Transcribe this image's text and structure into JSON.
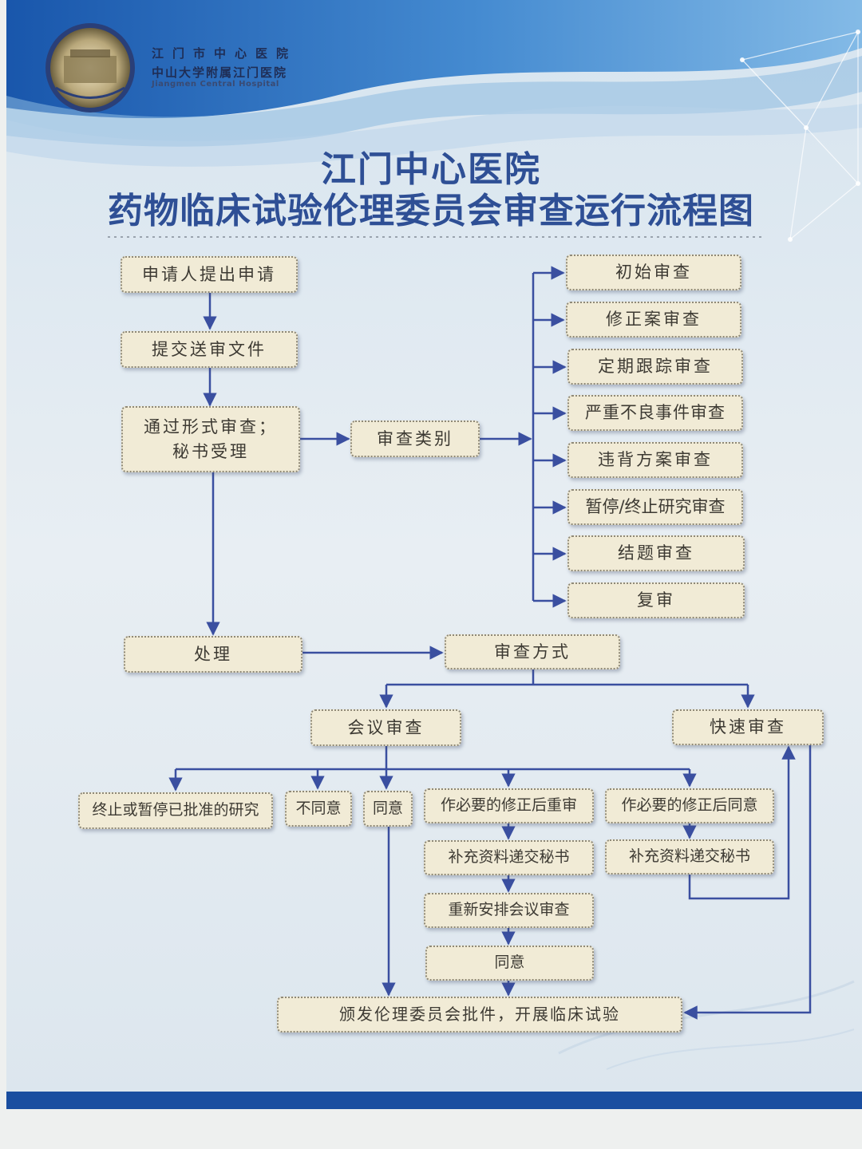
{
  "header": {
    "hospital_name_cn": "江门市中心医院",
    "hospital_affiliation": "中山大学附属江门医院",
    "hospital_name_en": "Jiangmen Central Hospital",
    "title_line1": "江门中心医院",
    "title_line2": "药物临床试验伦理委员会审查运行流程图"
  },
  "nodes": {
    "apply": "申请人提出申请",
    "submit": "提交送审文件",
    "formal_review_l1": "通过形式审查；",
    "formal_review_l2": "秘书受理",
    "review_category": "审查类别",
    "initial": "初始审查",
    "amendment": "修正案审查",
    "periodic": "定期跟踪审查",
    "sae": "严重不良事件审查",
    "violation": "违背方案审查",
    "suspend": "暂停/终止研究审查",
    "closure": "结题审查",
    "rereview": "复审",
    "handle": "处理",
    "review_method": "审查方式",
    "meeting": "会议审查",
    "expedited": "快速审查",
    "terminate": "终止或暂停已批准的研究",
    "disagree": "不同意",
    "agree": "同意",
    "modify_rereview": "作必要的修正后重审",
    "modify_agree": "作必要的修正后同意",
    "supplement_left": "补充资料递交秘书",
    "supplement_right": "补充资料递交秘书",
    "reschedule": "重新安排会议审查",
    "agree2": "同意",
    "issue": "颁发伦理委员会批件，开展临床试验"
  },
  "colors": {
    "title": "#2e4f95",
    "arrow": "#3a4fa0",
    "box_fill": "#f1ebd6",
    "banner_blue": "#1f5fb0"
  }
}
